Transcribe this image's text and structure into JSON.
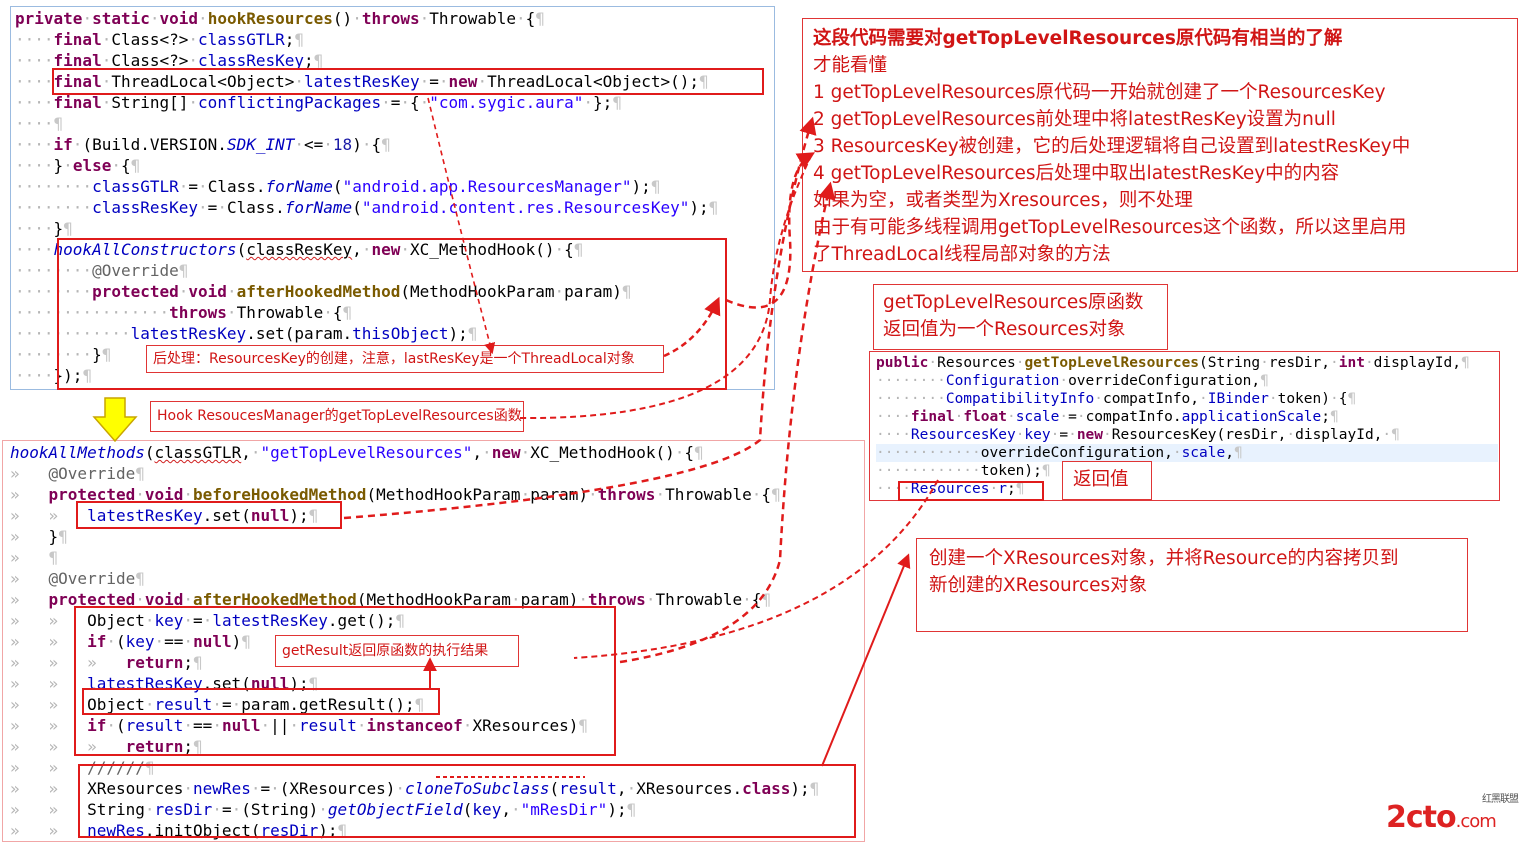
{
  "colors": {
    "accent_red": "#e01b1b",
    "keyword": "#7f0055",
    "field": "#0000c0",
    "string": "#2a00ff"
  },
  "notes": {
    "main_title": "这段代码需要对getTopLevelResources原代码有相当的了解",
    "main_lines": [
      "才能看懂",
      "1 getTopLevelResources原代码一开始就创建了一个ResourcesKey",
      "2 getTopLevelResources前处理中将latestResKey设置为null",
      " 3 ResourcesKey被创建，它的后处理逻辑将自己设置到latestResKey中",
      "4 getTopLevelResources后处理中取出latestResKey中的内容",
      "  如果为空，或者类型为Xresources，则不处理",
      "  由于有可能多线程调用getTopLevelResources这个函数，所以这里启用",
      "  了ThreadLocal线程局部对象的方法"
    ],
    "orig_returns": [
      "getTopLevelResources原函数",
      "返回值为一个Resources对象"
    ],
    "return_value": "返回值",
    "create_xres": [
      "创建一个XResources对象，并将Resource的内容拷贝到",
      "新创建的XResources对象"
    ],
    "post_process": "后处理：ResourcesKey的创建，注意，lastResKey是一个ThreadLocal对象",
    "hook_gtlr": "Hook ResoucesManager的getTopLevelResources函数",
    "get_result": "getResult返回原函数的执行结果"
  },
  "logo": {
    "main": "2cto",
    "suffix": ".com",
    "cn": "红黑联盟"
  }
}
